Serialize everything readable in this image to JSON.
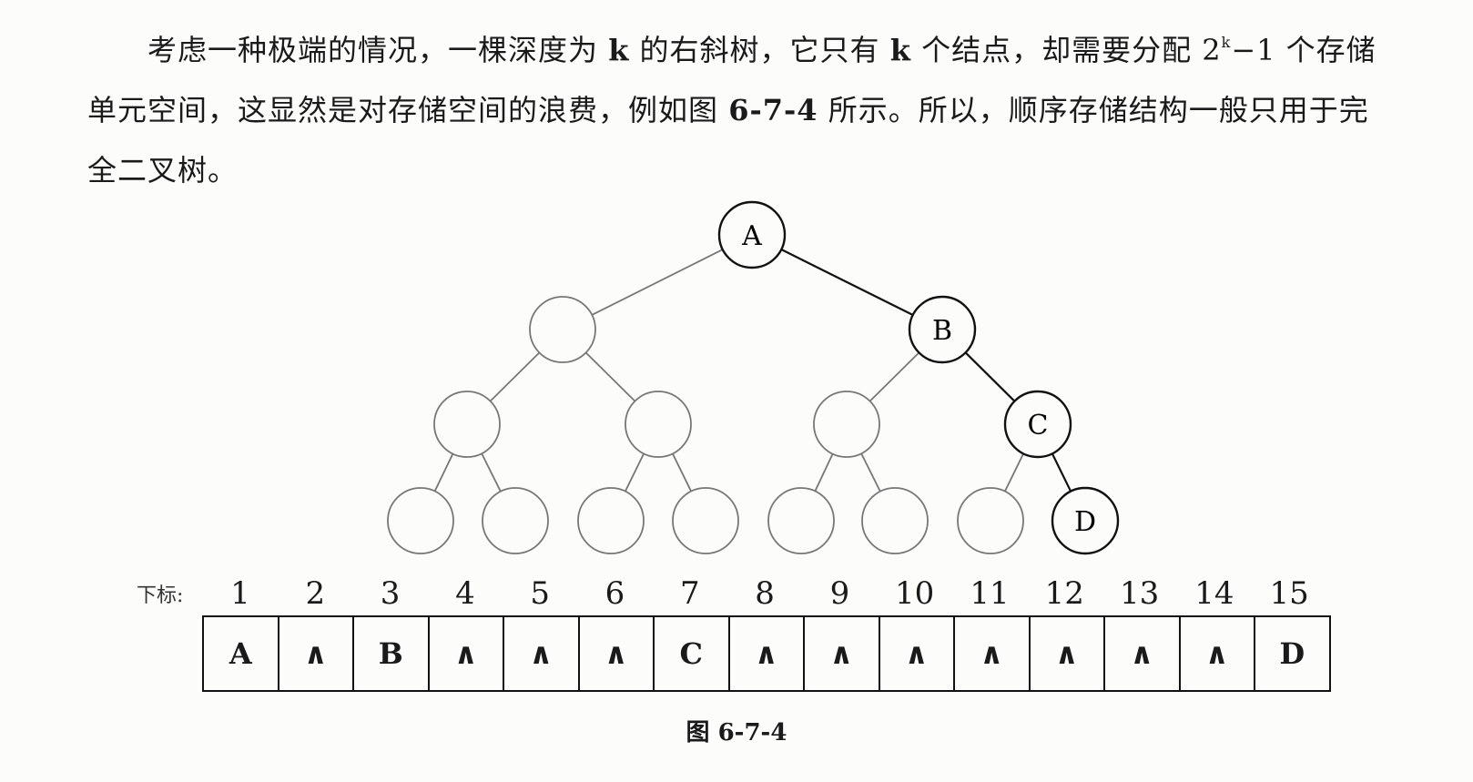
{
  "paragraph": {
    "part1": "考虑一种极端的情况，一棵深度为 ",
    "k1": "k",
    "part2": " 的右斜树，它只有 ",
    "k2": "k",
    "part3": " 个结点，却需要分配 2",
    "exp": "k",
    "part4": "−1 个存储单元空间，这显然是对存储空间的浪费，例如图 ",
    "fig_ref": "6-7-4",
    "part5": " 所示。所以，顺序存储结构一般只用于完全二叉树。"
  },
  "tree": {
    "nodes": [
      "A",
      "",
      "B",
      "",
      "",
      "",
      "C",
      "",
      "",
      "",
      "",
      "",
      "",
      "",
      "D"
    ]
  },
  "array": {
    "index_label": "下标:",
    "indices": [
      "1",
      "2",
      "3",
      "4",
      "5",
      "6",
      "7",
      "8",
      "9",
      "10",
      "11",
      "12",
      "13",
      "14",
      "15"
    ],
    "cells": [
      "A",
      "∧",
      "B",
      "∧",
      "∧",
      "∧",
      "C",
      "∧",
      "∧",
      "∧",
      "∧",
      "∧",
      "∧",
      "∧",
      "D"
    ]
  },
  "caption": "图 6-7-4"
}
